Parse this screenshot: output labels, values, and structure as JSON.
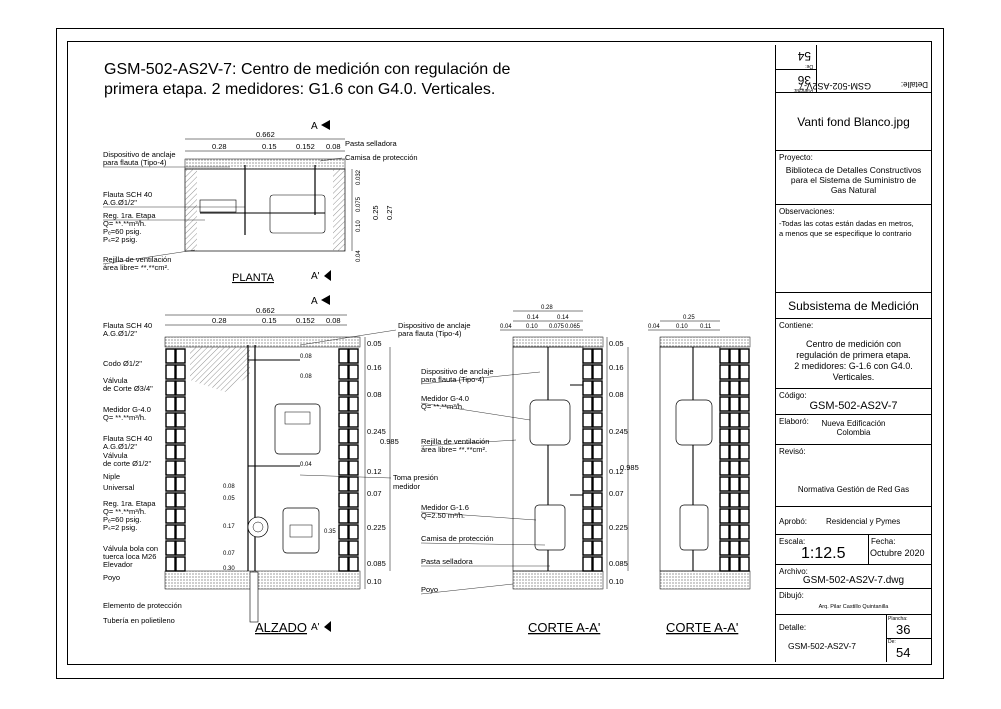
{
  "title_line1": "GSM-502-AS2V-7: Centro de medición con regulación de",
  "title_line2": "primera etapa.  2 medidores: G1.6 con G4.0. Verticales.",
  "views": {
    "planta": "PLANTA",
    "alzado": "ALZADO",
    "corte1": "CORTE A-A'",
    "corte2": "CORTE A-A'",
    "section_a": "A",
    "section_a_prime": "A'"
  },
  "planta": {
    "dims_total": "0.662",
    "dims_parts": [
      "0.28",
      "0.15",
      "0.152",
      "0.08"
    ],
    "dims_vertical": [
      "0.032",
      "0.075",
      "0.10",
      "0.25",
      "0.27",
      "0.04"
    ],
    "callouts": [
      "Dispositivo de anclaje",
      "para flauta (Tipo-4)",
      "Flauta SCH 40",
      "A.G.Ø1/2\"",
      "Reg. 1ra. Etapa",
      "Q= **.**m³/h.",
      "Pₑ=60 psig.",
      "Pₛ=2 psig.",
      "Rejilla de ventilación",
      "área libre=  **.**cm².",
      "Pasta selladora",
      "Camisa de protección"
    ]
  },
  "alzado": {
    "dims_total": "0.662",
    "dims_parts": [
      "0.28",
      "0.15",
      "0.152",
      "0.08"
    ],
    "dims_right": [
      "0.05",
      "0.16",
      "0.08",
      "0.245",
      "0.985",
      "0.12",
      "0.07",
      "0.225",
      "0.085",
      "0.10"
    ],
    "inner_dims": [
      "0.08",
      "0.08",
      "0.04",
      "0.08",
      "0.05",
      "0.17",
      "0.07",
      "0.30",
      "0.35"
    ],
    "callouts_left": [
      "Flauta SCH 40",
      "A.G.Ø1/2\"",
      "Codo Ø1/2\"",
      "Válvula",
      "de Corte Ø3/4\"",
      "Medidor G-4.0",
      "Q= **.**m³/h.",
      "Flauta SCH 40",
      "A.G.Ø1/2\"",
      "Válvula",
      "de corte Ø1/2\"",
      "Niple",
      "Universal",
      "Reg. 1ra. Etapa",
      "Q= **.**m³/h.",
      "Pₑ=60 psig.",
      "Pₛ=2 psig.",
      "Válvula bola con",
      "tuerca loca M26",
      "Elevador",
      "Poyo",
      "Elemento de protección",
      "Tubería en polietileno"
    ],
    "callouts_right": [
      "Dispositivo de anclaje",
      "para flauta (Tipo-4)",
      "Toma presión",
      "medidor"
    ]
  },
  "corte1": {
    "dims_top": [
      "0.28",
      "0.14",
      "0.14",
      "0.04",
      "0.10",
      "0.075",
      "0.065"
    ],
    "dims_right": [
      "0.05",
      "0.16",
      "0.08",
      "0.245",
      "0.985",
      "0.12",
      "0.07",
      "0.225",
      "0.085",
      "0.10"
    ],
    "callouts": [
      "Dispositivo de anclaje",
      "para flauta (Tipo-4)",
      "Medidor G-4.0",
      "Q= **.**m³/h.",
      "Rejilla de ventilación",
      "área libre=  **.**cm².",
      "Medidor G-1.6",
      "Q=2.50 m³/h.",
      "Camisa de protección",
      "Pasta selladora",
      "Poyo"
    ]
  },
  "corte2": {
    "dims_top": [
      "0.25",
      "0.04",
      "0.10",
      "0.11"
    ]
  },
  "titleblock": {
    "rot_code": "GSM-502-AS2V-7",
    "rot_detalle": "Detalle:",
    "rot_plancha_lbl": "Plancha:",
    "rot_plancha": "36",
    "rot_de_lbl": "De:",
    "rot_de": "54",
    "logo": "Vanti fond Blanco.jpg",
    "proyecto_lbl": "Proyecto:",
    "proyecto": "Biblioteca de Detalles Constructivos para el Sistema de Suministro de Gas Natural",
    "observaciones_lbl": "Observaciones:",
    "observaciones": "-Todas las cotas están dadas en metros, a menos que se especifique lo contrario",
    "subsistema": "Subsistema de Medición",
    "contiene_lbl": "Contiene:",
    "contiene": "Centro de medición con regulación de primera etapa. 2 medidores: G-1.6 con G4.0. Verticales.",
    "codigo_lbl": "Código:",
    "codigo": "GSM-502-AS2V-7",
    "elaboro_lbl": "Elaboró:",
    "elaboro": "Nueva Edificación",
    "elaboro2": "Colombia",
    "reviso_lbl": "Revisó:",
    "reviso": "Normativa Gestión de Red Gas",
    "aprobo_lbl": "Aprobó:",
    "aprobo": "Residencial y Pymes",
    "escala_lbl": "Escala:",
    "escala": "1:12.5",
    "fecha_lbl": "Fecha:",
    "fecha": "Octubre 2020",
    "archivo_lbl": "Archivo:",
    "archivo": "GSM-502-AS2V-7.dwg",
    "dibujo_lbl": "Dibujó:",
    "dibujo": "Arq. Pilar Castillo Quintanilla",
    "detalle_lbl": "Detalle:",
    "detalle": "GSM-502-AS2V-7",
    "plancha_lbl": "Plancha:",
    "plancha": "36",
    "de_lbl": "De:",
    "de": "54"
  }
}
